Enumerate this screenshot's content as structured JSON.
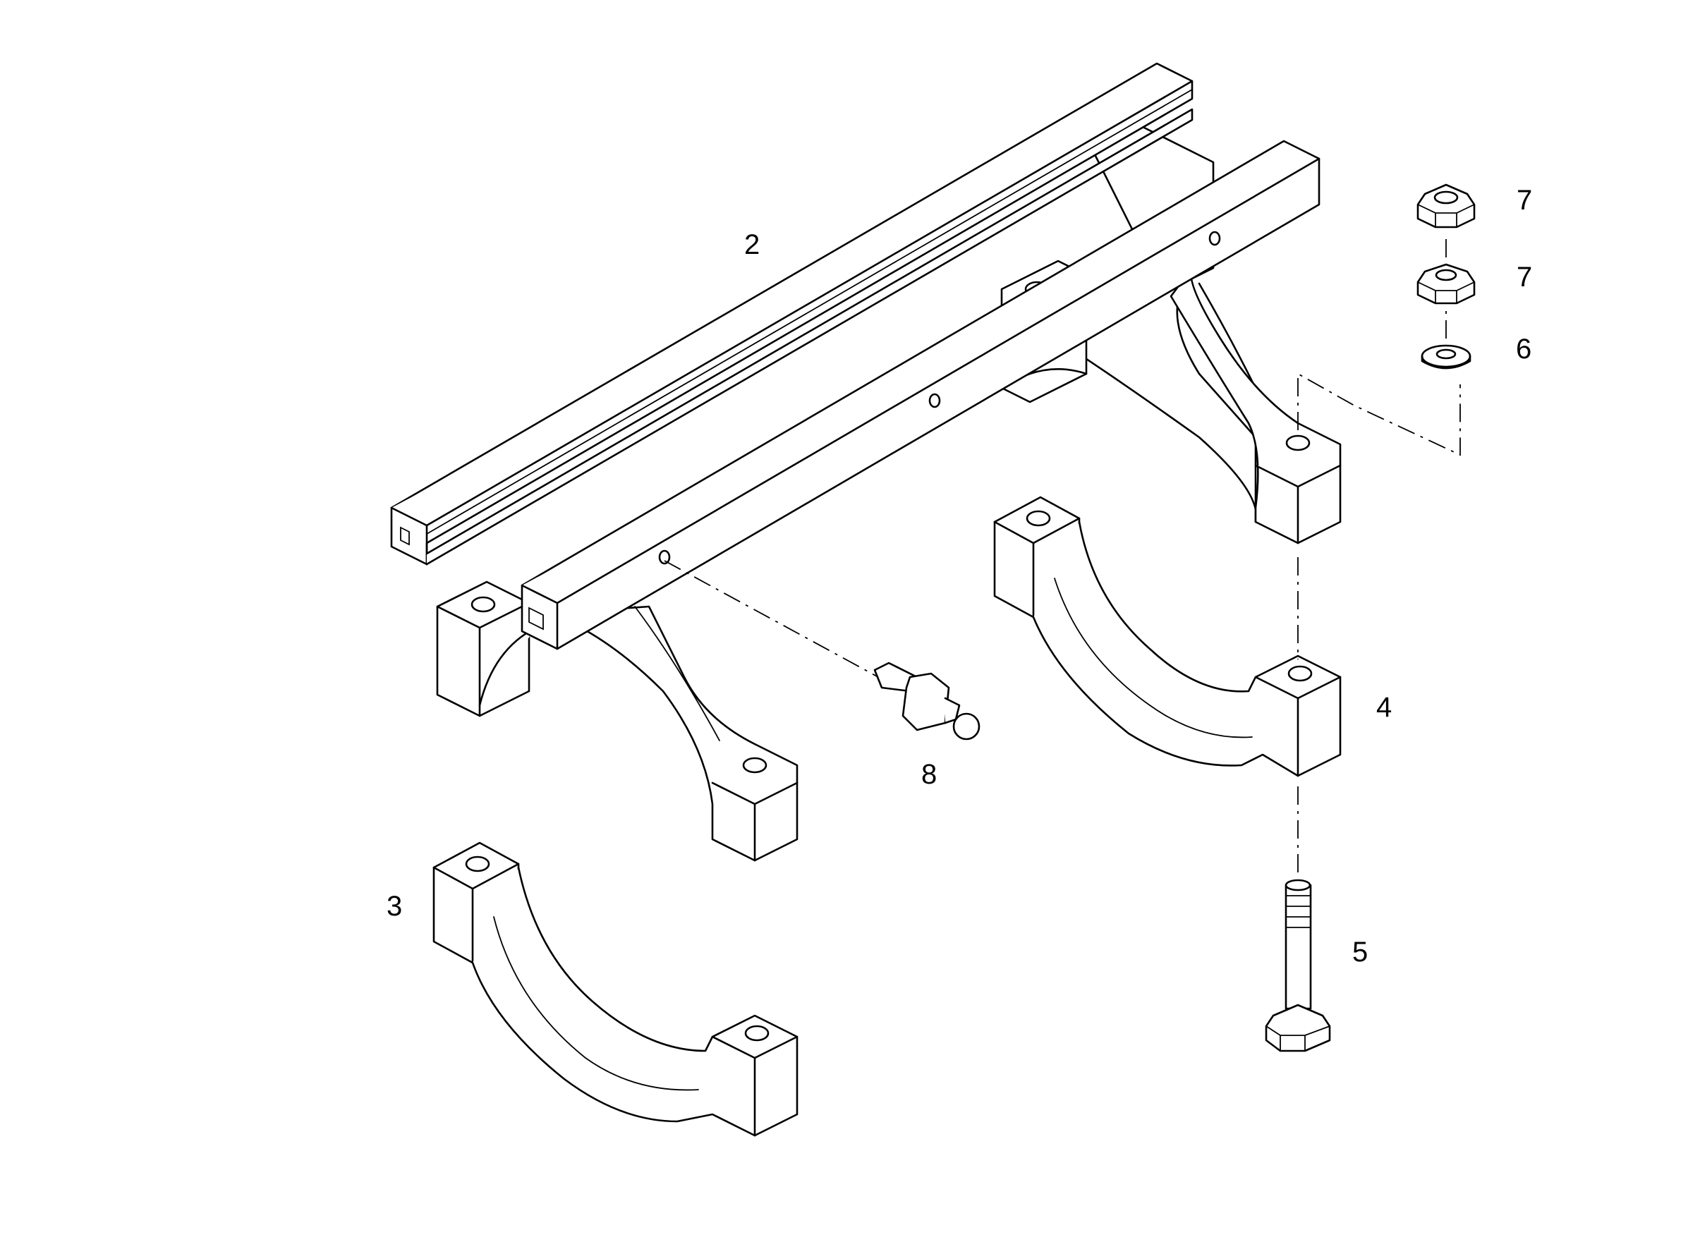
{
  "callouts": {
    "rail": "2",
    "clamp_lower_left": "3",
    "clamp_lower_right": "4",
    "bolt": "5",
    "washer": "6",
    "nut_top": "7",
    "nut_middle": "7",
    "grease_nipple": "8"
  }
}
